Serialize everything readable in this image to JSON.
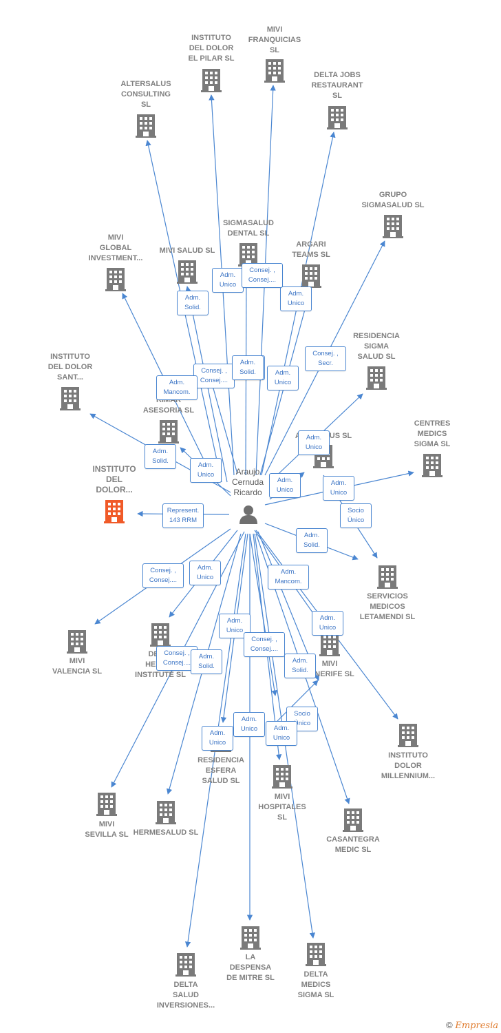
{
  "colors": {
    "edge": "#4a86d1",
    "building": "#7a7a7a",
    "building_main": "#f05a28",
    "person": "#6f6f6f"
  },
  "center": {
    "name": "Araujo\nCernuda\nRicardo"
  },
  "nodes": [
    {
      "id": "instituto-dolor-pilar",
      "label": "INSTITUTO\nDEL DOLOR\nEL PILAR SL"
    },
    {
      "id": "mivi-franquicias",
      "label": "MIVI\nFRANQUICIAS\nSL"
    },
    {
      "id": "altersalus",
      "label": "ALTERSALUS\nCONSULTING\nSL"
    },
    {
      "id": "delta-jobs",
      "label": "DELTA JOBS\nRESTAURANT\nSL"
    },
    {
      "id": "grupo-sigmasalud",
      "label": "GRUPO\nSIGMASALUD SL"
    },
    {
      "id": "sigmasalud-dental",
      "label": "SIGMASALUD\nDENTAL SL"
    },
    {
      "id": "mivi-global",
      "label": "MIVI\nGLOBAL\nINVESTMENT..."
    },
    {
      "id": "mivi-salud",
      "label": "MIVI SALUD SL"
    },
    {
      "id": "argari-teams",
      "label": "ARGARI\nTEAMS SL"
    },
    {
      "id": "residencia-sigma",
      "label": "RESIDENCIA\nSIGMA\nSALUD SL"
    },
    {
      "id": "instituto-dolor-sant",
      "label": "INSTITUTO\nDEL DOLOR\nSANT..."
    },
    {
      "id": "rimar-asesoria",
      "label": "RIMAR\nASESORIA SL"
    },
    {
      "id": "alterplus",
      "label": "ALTERPLUS SL"
    },
    {
      "id": "centres-medics",
      "label": "CENTRES\nMEDICS\nSIGMA SL"
    },
    {
      "id": "instituto-dolor-main",
      "label": "INSTITUTO\nDEL\nDOLOR..."
    },
    {
      "id": "servicios-medicos",
      "label": "SERVICIOS\nMEDICOS\nLETAMENDI SL"
    },
    {
      "id": "mivi-valencia",
      "label": "MIVI\nVALENCIA SL"
    },
    {
      "id": "delta-health",
      "label": "DELTA\nHEALTH\nINSTITUTE SL"
    },
    {
      "id": "mivi-tenerife",
      "label": "MIVI\nTENERIFE SL"
    },
    {
      "id": "instituto-millennium",
      "label": "INSTITUTO\nDOLOR\nMILLENNIUM..."
    },
    {
      "id": "residencia-esfera",
      "label": "RESIDENCIA\nESFERA\nSALUD SL"
    },
    {
      "id": "mivi-hospitales",
      "label": "MIVI\nHOSPITALES\nSL"
    },
    {
      "id": "mivi-sevilla",
      "label": "MIVI\nSEVILLA SL"
    },
    {
      "id": "hermesalud",
      "label": "HERMESALUD SL"
    },
    {
      "id": "casantegra",
      "label": "CASANTEGRA\nMEDIC SL"
    },
    {
      "id": "delta-salud-inv",
      "label": "DELTA\nSALUD\nINVERSIONES..."
    },
    {
      "id": "la-despensa",
      "label": "LA\nDESPENSA\nDE MITRE SL"
    },
    {
      "id": "delta-medics",
      "label": "DELTA\nMEDICS\nSIGMA SL"
    }
  ],
  "edge_labels": [
    {
      "id": "pilar",
      "text": "Consej. ,\nConsej...."
    },
    {
      "id": "franquicias",
      "text": "Adm.\nUnico"
    },
    {
      "id": "altersalus",
      "text": "Adm.\nSolid."
    },
    {
      "id": "delta-jobs",
      "text": "Adm.\nUnico"
    },
    {
      "id": "grupo",
      "text": "Consej. ,\nSecr."
    },
    {
      "id": "dental",
      "text": "Adm.\nUnico"
    },
    {
      "id": "mivi-global",
      "text": "Adm.\nMancom."
    },
    {
      "id": "mivi-salud",
      "text": "Consej. ,\nConsej...."
    },
    {
      "id": "argari",
      "text": "Adm.\nUnico"
    },
    {
      "id": "mivi-salud-2",
      "text": "Adm.\nSolid."
    },
    {
      "id": "residencia-sigma",
      "text": "Adm.\nUnico"
    },
    {
      "id": "sant",
      "text": "Adm.\nSolid."
    },
    {
      "id": "rimar",
      "text": "Adm.\nUnico"
    },
    {
      "id": "alterplus",
      "text": "Adm.\nUnico"
    },
    {
      "id": "centres",
      "text": "Adm.\nUnico"
    },
    {
      "id": "main",
      "text": "Represent.\n143 RRM"
    },
    {
      "id": "servicios-1",
      "text": "Adm.\nSolid."
    },
    {
      "id": "servicios-2",
      "text": "Socio\nÚnico"
    },
    {
      "id": "valencia",
      "text": "Consej. ,\nConsej...."
    },
    {
      "id": "delta-health",
      "text": "Adm.\nUnico"
    },
    {
      "id": "millennium",
      "text": "Adm.\nMancom."
    },
    {
      "id": "tenerife-1",
      "text": "Adm.\nUnico"
    },
    {
      "id": "esfera-1",
      "text": "Adm.\nUnico"
    },
    {
      "id": "esfera-2",
      "text": "Consej. ,\nConsej...."
    },
    {
      "id": "sevilla",
      "text": "Consej. ,\nConsej...."
    },
    {
      "id": "hermesalud",
      "text": "Adm.\nSolid."
    },
    {
      "id": "tenerife-2",
      "text": "Adm.\nSolid."
    },
    {
      "id": "hospitales-1",
      "text": "Socio\nÚnico"
    },
    {
      "id": "hospitales-2",
      "text": "Adm.\nUnico"
    },
    {
      "id": "despensa",
      "text": "Adm.\nUnico"
    },
    {
      "id": "delta-salud",
      "text": "Adm.\nUnico"
    }
  ],
  "footer": {
    "copyright": "©",
    "brand": "Empresia"
  }
}
